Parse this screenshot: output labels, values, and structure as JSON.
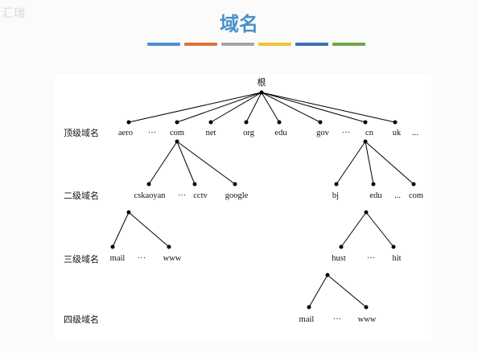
{
  "watermark": "汇瑞",
  "title": "域名",
  "accent_colors": [
    "#4f8fc9",
    "#e0743a",
    "#a5a5a5",
    "#f2c230",
    "#3f6fb6",
    "#70a44a"
  ],
  "levels": {
    "top": "顶级域名",
    "second": "二级域名",
    "third": "三级域名",
    "fourth": "四级域名"
  },
  "root": "根",
  "tld": [
    "aero",
    "···",
    "com",
    "net",
    "org",
    "edu",
    "gov",
    "···",
    "cn",
    "uk",
    "..."
  ],
  "com_children": [
    "cskaoyan",
    "···",
    "cctv",
    "google"
  ],
  "cn_children": [
    "bj",
    "edu",
    "...",
    "com"
  ],
  "cskaoyan_children": [
    "mail",
    "···",
    "www"
  ],
  "edu_children": [
    "hust",
    "···",
    "hit"
  ],
  "hust_children": [
    "mail",
    "···",
    "www"
  ]
}
